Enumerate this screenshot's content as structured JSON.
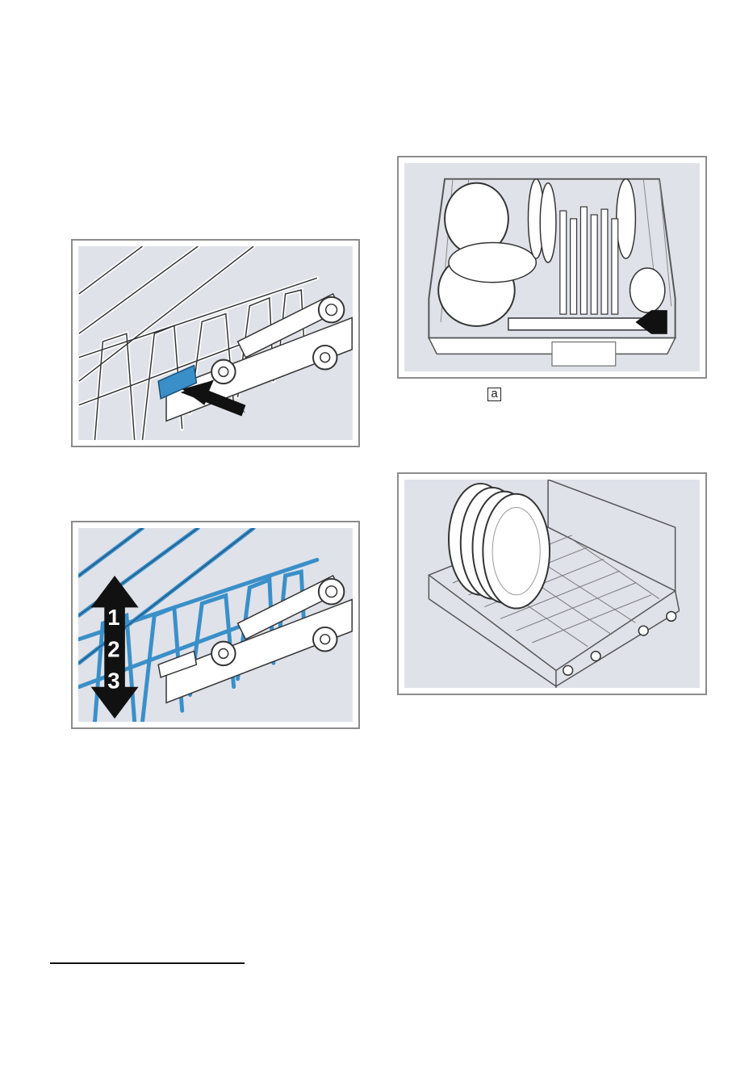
{
  "page": {
    "figures": [
      {
        "id": "fig-release",
        "icon": "rack-release-button-illustration"
      },
      {
        "id": "fig-height",
        "icon": "rack-height-adjust-illustration",
        "steps": [
          "1",
          "2",
          "3"
        ]
      },
      {
        "id": "fig-upper",
        "icon": "upper-basket-loaded-illustration"
      },
      {
        "id": "fig-lower",
        "icon": "lower-basket-plates-illustration"
      }
    ],
    "legend_marker": "a",
    "colors": {
      "figure_bg": "#dfe2e9",
      "highlight_blue": "#3a8fc9",
      "frame_border": "#8c8c8c"
    }
  }
}
